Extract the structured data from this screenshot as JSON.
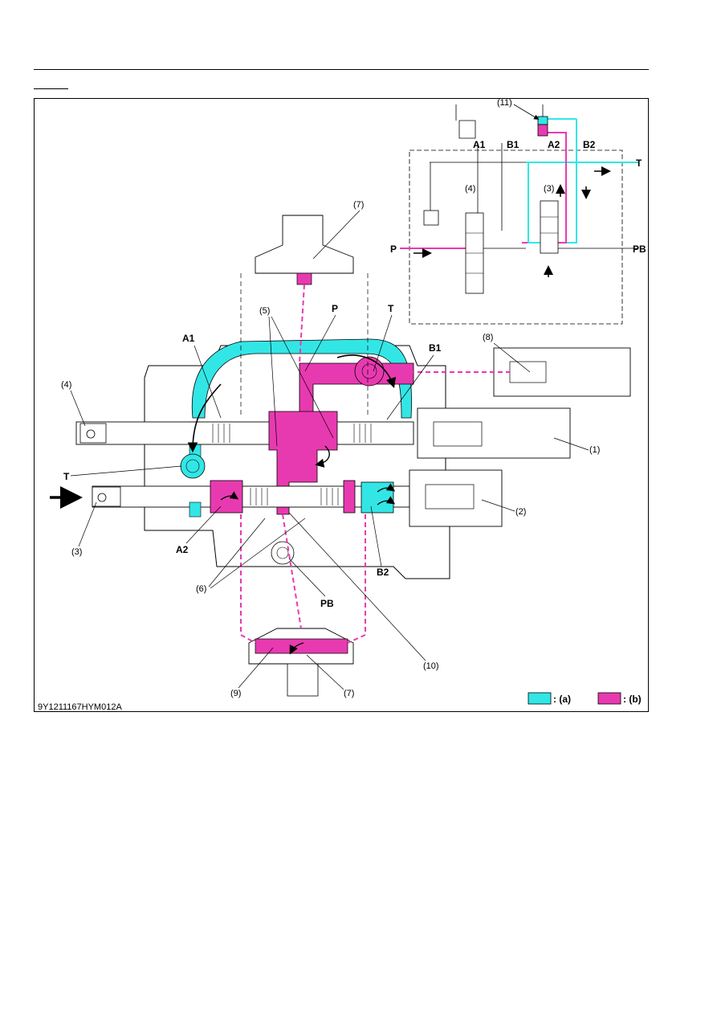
{
  "figure_code": "9Y1211167HYM012A",
  "legend": [
    {
      "swatch_color": "#33e6e6",
      "label": ": (a)"
    },
    {
      "swatch_color": "#e83ab0",
      "label": ": (b)"
    }
  ],
  "colors": {
    "cyan": "#33e6e6",
    "magenta": "#e83ab0",
    "line": "#000000"
  },
  "callouts": {
    "n1": "(1)",
    "n2": "(2)",
    "n3": "(3)",
    "n4": "(4)",
    "n5": "(5)",
    "n6": "(6)",
    "n7": "(7)",
    "n8": "(8)",
    "n9": "(9)",
    "n10": "(10)",
    "n11": "(11)"
  },
  "ports": {
    "A1": "A1",
    "B1": "B1",
    "A2": "A2",
    "B2": "B2",
    "P": "P",
    "T": "T",
    "PB": "PB"
  },
  "icons": {
    "flow_arrow": "right-arrow-icon"
  }
}
